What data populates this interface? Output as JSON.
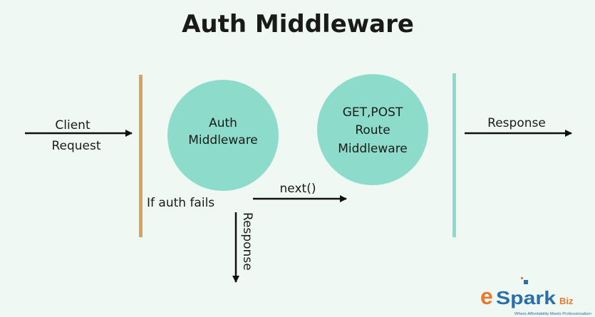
{
  "title": "Auth Middleware",
  "client_request": [
    "Client",
    "Request"
  ],
  "auth_circle": [
    "Auth",
    "Middleware"
  ],
  "route_circle": [
    "GET,POST",
    "Route",
    "Middleware"
  ],
  "response_right": "Response",
  "auth_fail": "If auth fails",
  "next_label": "next()",
  "response_down": "Response",
  "logo": {
    "text_e": "e",
    "text_main": "Spark",
    "text_biz": "Biz",
    "tagline": "Where Affordability Meets Professionalism"
  },
  "colors": {
    "background": "#eff8f3",
    "circle": "#8ddccb",
    "left_bar": "#d9a45a",
    "right_bar": "#8ddccb",
    "logo_orange": "#e87a2e",
    "logo_blue": "#2a6fa8"
  }
}
